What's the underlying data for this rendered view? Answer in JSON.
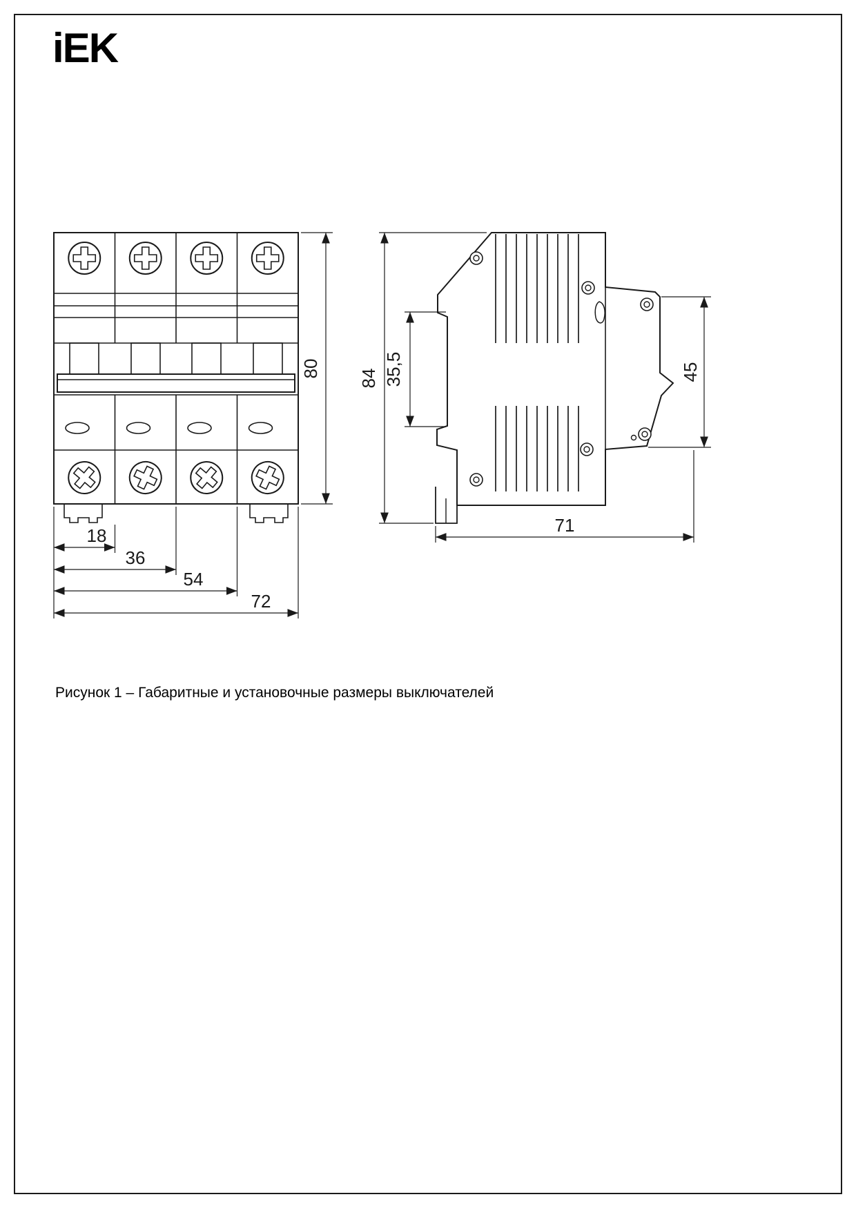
{
  "logo": {
    "text": "iEK"
  },
  "figure_caption": "Рисунок 1 – Габаритные и установочные размеры выключателей",
  "front_view": {
    "dims": {
      "h80": "80",
      "w18": "18",
      "w36": "36",
      "w54": "54",
      "w72": "72"
    }
  },
  "side_view": {
    "dims": {
      "h84": "84",
      "rail355": "35,5",
      "r45": "45",
      "d71": "71"
    }
  }
}
